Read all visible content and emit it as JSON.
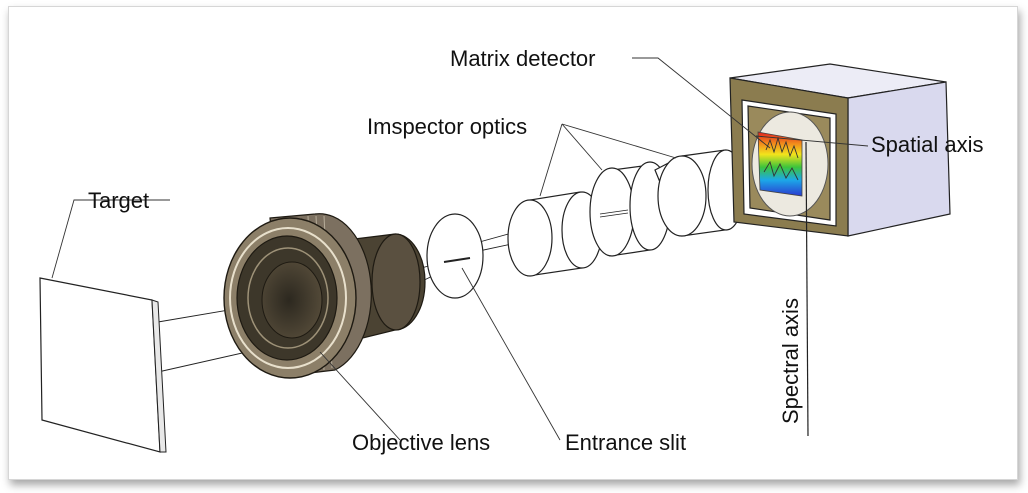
{
  "labels": {
    "target": "Target",
    "objective_lens": "Objective lens",
    "entrance_slit": "Entrance slit",
    "imspector_optics": "Imspector optics",
    "matrix_detector": "Matrix detector",
    "spatial_axis": "Spatial axis",
    "spectral_axis": "Spectral axis"
  },
  "colors": {
    "lens_dark": "#3f3a2b",
    "lens_mid": "#5e5440",
    "lens_light": "#8a7d63",
    "detector_front": "#8b7c4f",
    "detector_side": "#d9d9ee",
    "detector_top": "#ececf6"
  }
}
